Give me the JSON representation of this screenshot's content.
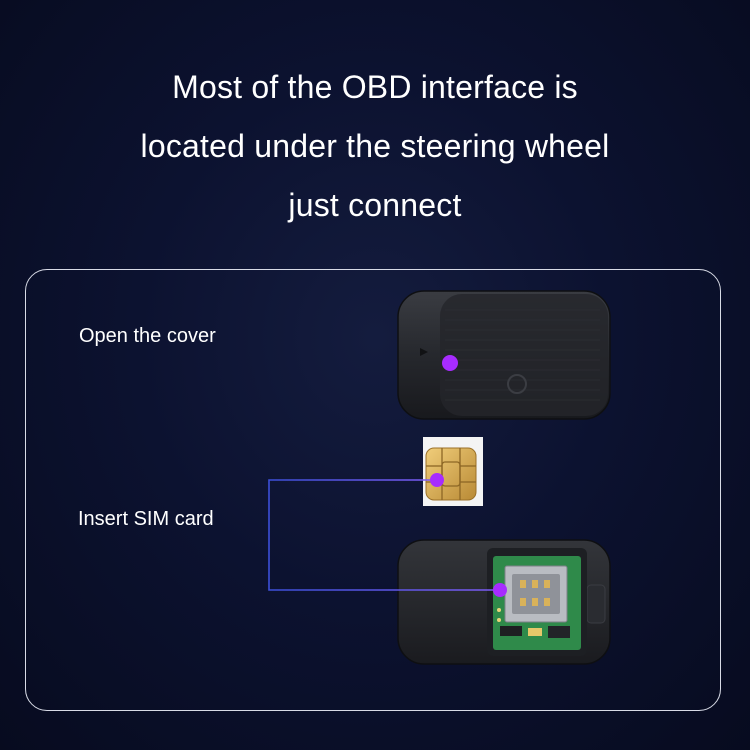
{
  "headline": {
    "line1": "Most of the OBD interface is",
    "line2": "located under the steering wheel",
    "line3": "just connect"
  },
  "steps": {
    "open_cover": "Open the cover",
    "insert_sim": "Insert SIM card"
  },
  "colors": {
    "background": "#0c1230",
    "line": "#5a6cf0",
    "dot": "#a72cff",
    "panel_border": "#d8dbe6",
    "device_body": "#2a2c31",
    "sim_chip": "#d9b25a",
    "pcb": "#2f8a4a"
  }
}
